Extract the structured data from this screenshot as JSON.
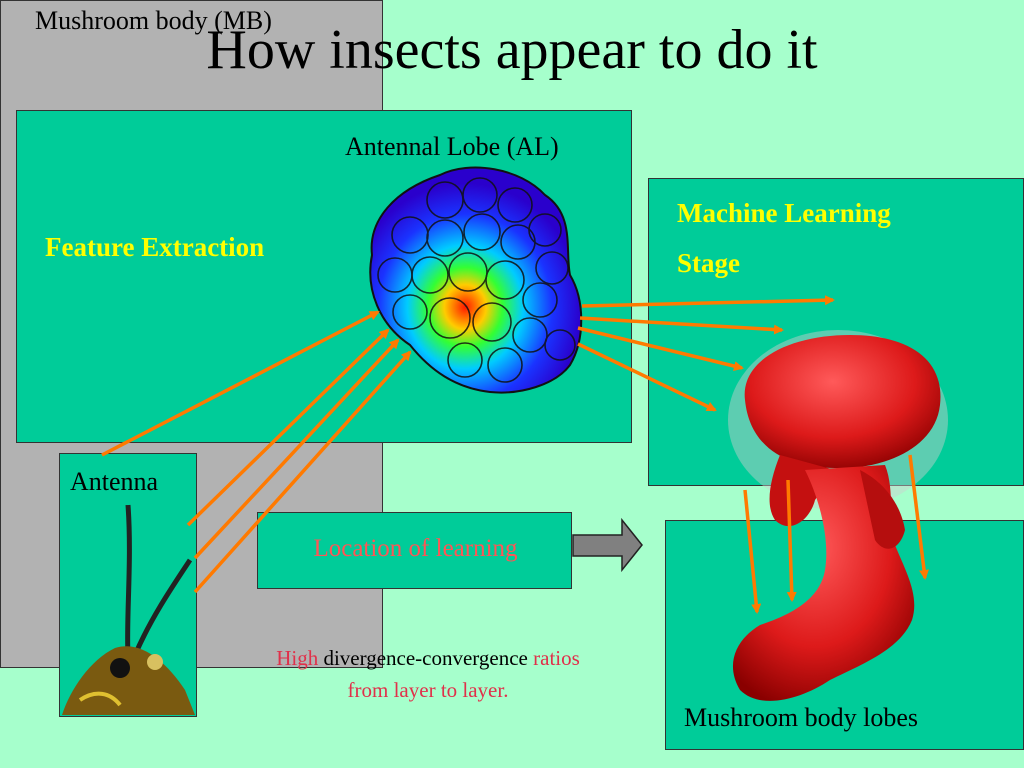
{
  "title": "How insects appear to do it",
  "labels": {
    "antennal_lobe": "Antennal Lobe (AL)",
    "feature_extraction": "Feature Extraction",
    "mushroom_body": "Mushroom body (MB)",
    "ml_line1": "Machine Learning",
    "ml_line2": "Stage",
    "antenna": "Antenna",
    "location_of_learning": "Location of learning",
    "mb_lobes": "Mushroom body lobes"
  },
  "note": {
    "w1": "High",
    "w2": "divergence-convergence",
    "w3": "ratios",
    "line2": "from layer to layer."
  },
  "colors": {
    "background": "#a6ffcc",
    "panel": "#00cc99",
    "mb_box": "#b2b2b2",
    "highlight_text": "#ffff00",
    "arrow": "#ff7a00",
    "accent_red": "#e0304a"
  }
}
